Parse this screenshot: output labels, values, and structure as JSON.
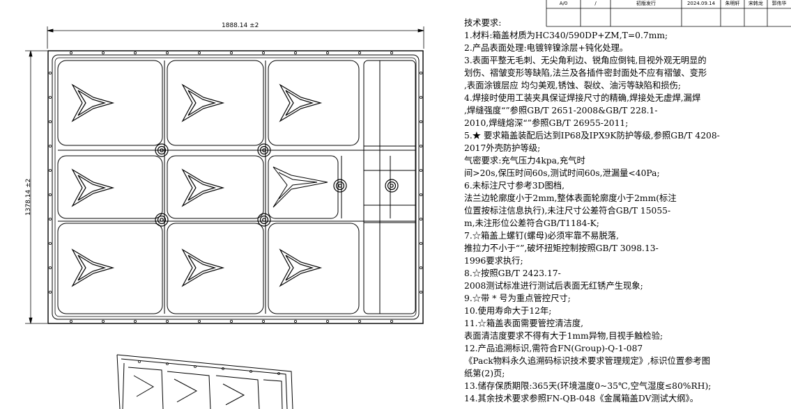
{
  "revision_table": {
    "version": "A/0",
    "slash": "/",
    "description": "初版发行",
    "date": "2024.09.14",
    "designer": "朱明轩",
    "checker": "宋韩龙",
    "approver": "郭伟华"
  },
  "dimensions": {
    "width": "1888.14 ±2",
    "height": "1378.14 ±2"
  },
  "tech_requirements": [
    "技术要求:",
    "1.材料:箱盖材质为HC340/590DP+ZM,T=0.7mm;",
    "2.产品表面处理:电镀锌镍涂层+钝化处理。",
    "3.表面平整无毛刺、无尖角利边、锐角应倒钝,目视外观无明显的",
    "划伤、褶皱变形等缺陷,法兰及各插件密封面处不应有褶皱、变形",
    ",表面涂镀层应 均匀美观,锈蚀、裂纹、油污等缺陷和损伤;",
    "4.焊接时使用工装夹具保证焊接尺寸的精确,焊接处无虚焊,漏焊",
    ",焊缝强度“”参照GB/T 2651-2008&GB/T 228.1-",
    "2010,焊缝熔深“”参照GB/T 26955-2011;",
    "5.★ 要求箱盖装配后达到IP68及IPX9K防护等级,参照GB/T 4208-",
    "2017外壳防护等级;",
    "气密要求:充气压力4kpa,充气时",
    "间>20s,保压时间60s,测试时间60s,泄漏量<40Pa;",
    "6.未标注尺寸参考3D图档,",
    "法兰边轮廓度小于2mm,整体表面轮廓度小于2mm(标注",
    "位置按标注信息执行),未注尺寸公差符合GB/T 15055-",
    "m,未注形位公差符合GB/T1184-K;",
    "7.☆箱盖上螺钉(螺母)必须牢靠不易脱落,",
    "推拉力不小于“”,破坏扭矩控制按照GB/T 3098.13-",
    "1996要求执行;",
    "8.☆按照GB/T 2423.17-",
    "2008测试标准进行测试后表面无红锈产生现象;",
    "9.☆带 * 号为重点管控尺寸;",
    "10.使用寿命大于12年;",
    "11.☆箱盖表面需要管控清洁度,",
    "表面清洁度要求不得有大于1mm异物,目视手触检验;",
    "12.产品追溯标识,需符合FN(Group)-Q-1-087",
    "《Pack物料永久追溯码标识技术要求管理规定》,标识位置参考图",
    "纸第(2)页;",
    "13.储存保质期限:365天(环境温度0~35℃,空气湿度≤80%RH);",
    "14.其余技术要求参照FN-QB-048《金属箱盖DV测试大纲》。"
  ]
}
